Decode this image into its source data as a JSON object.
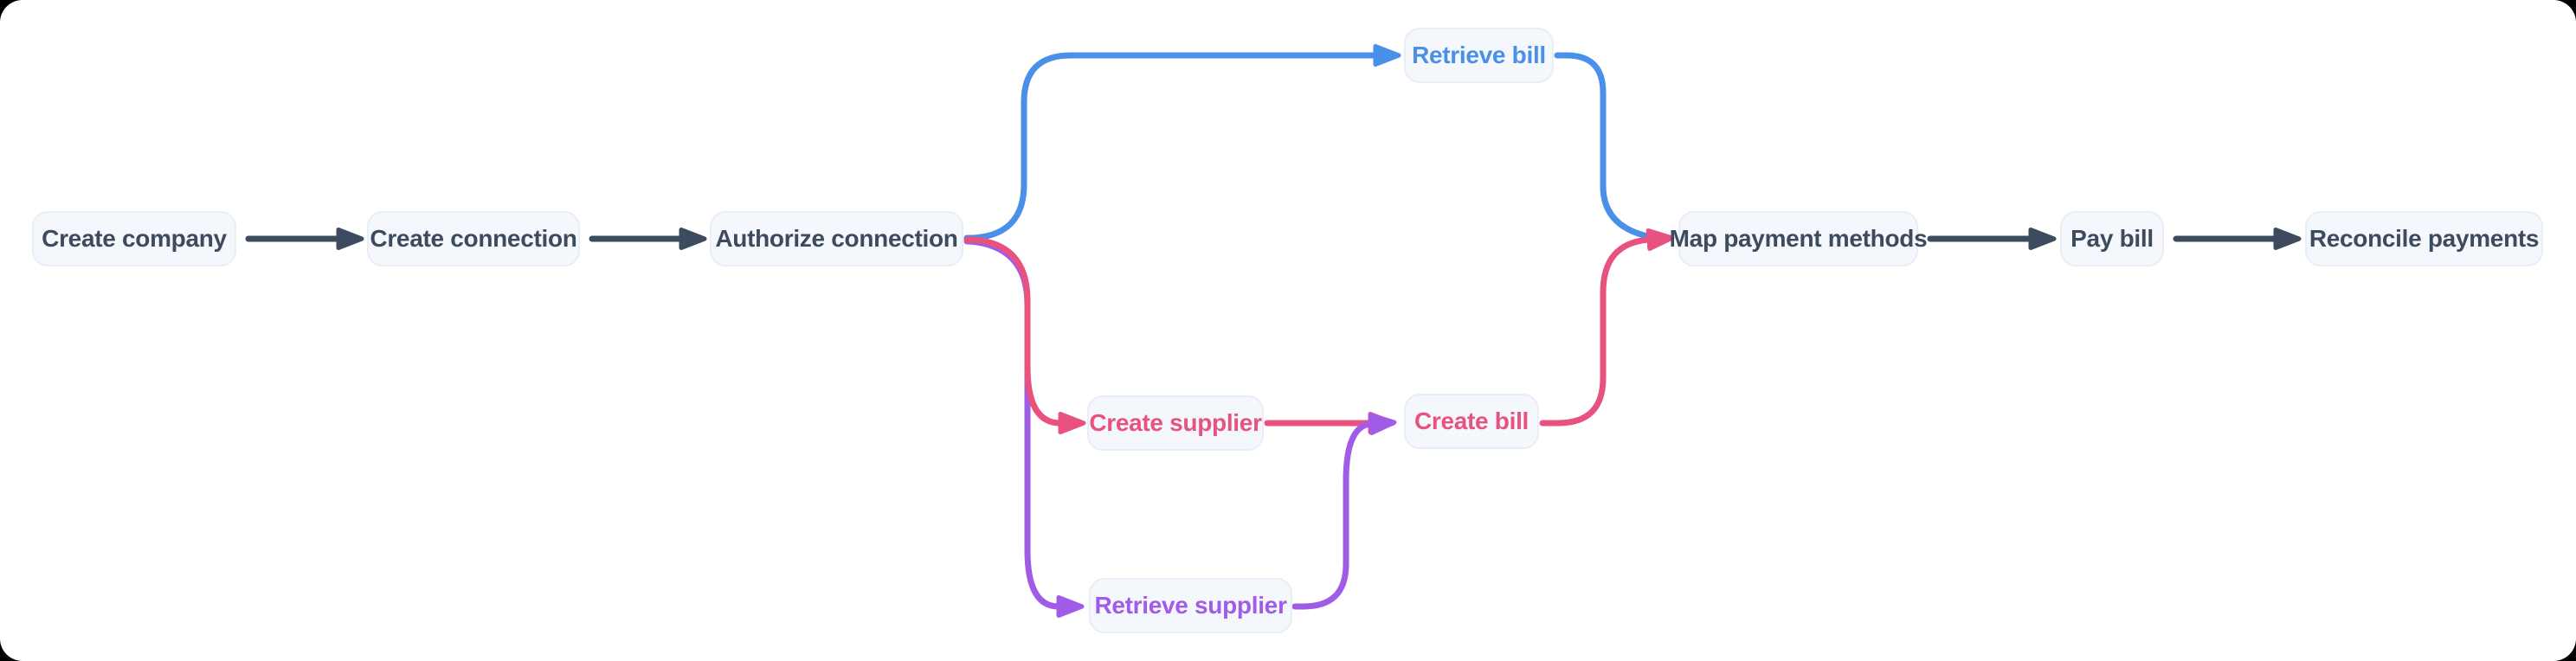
{
  "page": {
    "outer_background": "#000000",
    "canvas_background": "#ffffff"
  },
  "colors": {
    "dark": "#3d4b5e",
    "blue": "#4a90e8",
    "pink": "#e8527e",
    "purple": "#a05ce6",
    "node_background": "#f4f7fb",
    "node_border": "#e8eef6"
  },
  "diagram": {
    "nodes": [
      {
        "id": "create-company",
        "label": "Create company",
        "color": "dark"
      },
      {
        "id": "create-connection",
        "label": "Create connection",
        "color": "dark"
      },
      {
        "id": "authorize-connection",
        "label": "Authorize connection",
        "color": "dark"
      },
      {
        "id": "retrieve-bill",
        "label": "Retrieve bill",
        "color": "blue"
      },
      {
        "id": "create-supplier",
        "label": "Create supplier",
        "color": "pink"
      },
      {
        "id": "create-bill",
        "label": "Create bill",
        "color": "pink"
      },
      {
        "id": "retrieve-supplier",
        "label": "Retrieve supplier",
        "color": "purple"
      },
      {
        "id": "map-payment-methods",
        "label": "Map payment methods",
        "color": "dark"
      },
      {
        "id": "pay-bill",
        "label": "Pay bill",
        "color": "dark"
      },
      {
        "id": "reconcile-payments",
        "label": "Reconcile payments",
        "color": "dark"
      }
    ],
    "edges": [
      {
        "from": "create-company",
        "to": "create-connection",
        "color": "dark"
      },
      {
        "from": "create-connection",
        "to": "authorize-connection",
        "color": "dark"
      },
      {
        "from": "authorize-connection",
        "to": "retrieve-bill",
        "color": "blue"
      },
      {
        "from": "retrieve-bill",
        "to": "map-payment-methods",
        "color": "blue"
      },
      {
        "from": "authorize-connection",
        "to": "create-supplier",
        "color": "pink"
      },
      {
        "from": "authorize-connection",
        "to": "retrieve-supplier",
        "color": "purple"
      },
      {
        "from": "create-supplier",
        "to": "create-bill",
        "color": "pink"
      },
      {
        "from": "retrieve-supplier",
        "to": "create-bill",
        "color": "purple"
      },
      {
        "from": "create-bill",
        "to": "map-payment-methods",
        "color": "pink"
      },
      {
        "from": "map-payment-methods",
        "to": "pay-bill",
        "color": "dark"
      },
      {
        "from": "pay-bill",
        "to": "reconcile-payments",
        "color": "dark"
      }
    ]
  }
}
